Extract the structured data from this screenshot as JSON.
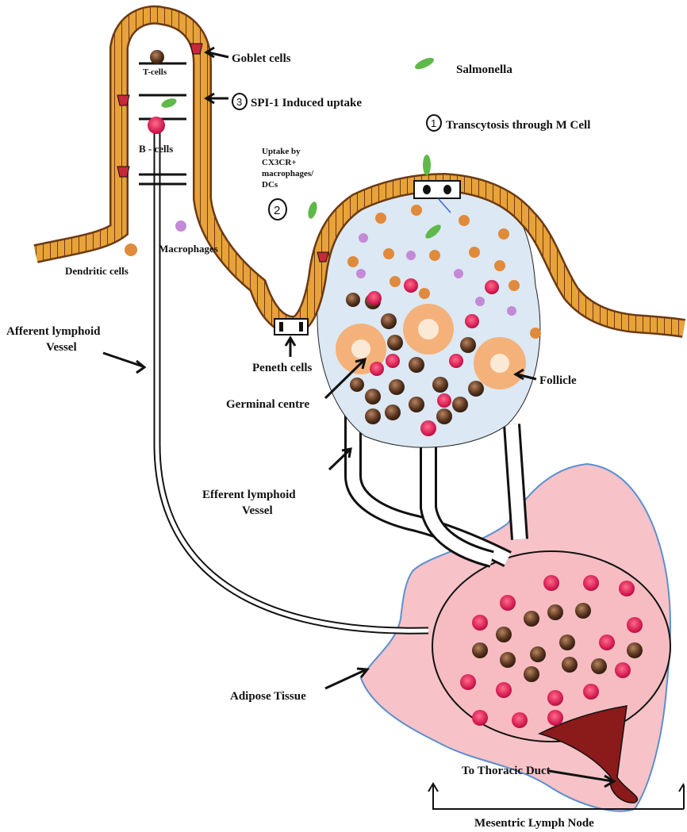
{
  "labels": {
    "goblet_cells": "Goblet cells",
    "salmonella": "Salmonella",
    "t_cells": "T-cells",
    "spi1_uptake": "SPI-1 Induced uptake",
    "spi1_num": "3",
    "b_cells": "B - cells",
    "transcytosis": "Transcytosis through M Cell",
    "transcytosis_num": "1",
    "uptake_line1": "Uptake by",
    "uptake_line2": "CX3CR+",
    "uptake_line3": "macrophages/",
    "uptake_line4": "DCs",
    "uptake_num": "2",
    "macrophages": "Macrophages",
    "dendritic_cells": "Dendritic cells",
    "afferent_line1": "Afferent lymphoid",
    "afferent_line2": "Vessel",
    "peneth_cells": "Peneth cells",
    "germinal_centre": "Germinal centre",
    "follicle": "Follicle",
    "efferent_line1": "Efferent lymphoid",
    "efferent_line2": "Vessel",
    "adipose_tissue": "Adipose Tissue",
    "thoracic_duct": "To Thoracic Duct",
    "mesentric_lymph_node": "Mesentric Lymph Node"
  },
  "colors": {
    "epithelium": "#e8a23a",
    "epithelium_outline": "#6b3a12",
    "follicle_fill": "#dce8f3",
    "germinal": "#f4b27a",
    "adipose": "#f7c3c8",
    "adipose_outline": "#5b8fd0",
    "bcell": "#d8205a",
    "tcell": "#4a2c1c",
    "macrophage": "#c48ad8",
    "dendritic": "#e08a3c",
    "salmonella": "#5fb94a",
    "duct": "#8b1a1a"
  }
}
